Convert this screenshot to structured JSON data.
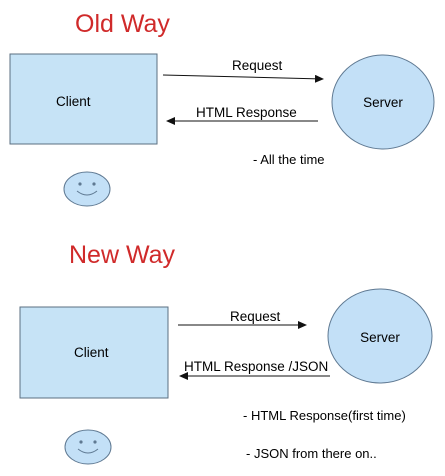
{
  "colors": {
    "title": "#d02a2a",
    "box_fill": "#c6e3f6",
    "box_stroke": "#5b6f80",
    "ellipse_fill": "#c3e0f7",
    "ellipse_stroke": "#5f7992",
    "arrow": "#111111"
  },
  "old_way": {
    "title": "Old Way",
    "client_label": "Client",
    "server_label": "Server",
    "request_label": "Request",
    "response_label": "HTML Response",
    "note": "- All the time",
    "face_icon": "smiley-face-icon"
  },
  "new_way": {
    "title": "New Way",
    "client_label": "Client",
    "server_label": "Server",
    "request_label": "Request",
    "response_label": "HTML Response /JSON",
    "notes": [
      "- HTML Response(first time)",
      "- JSON from there on.."
    ],
    "face_icon": "smiley-face-icon"
  }
}
